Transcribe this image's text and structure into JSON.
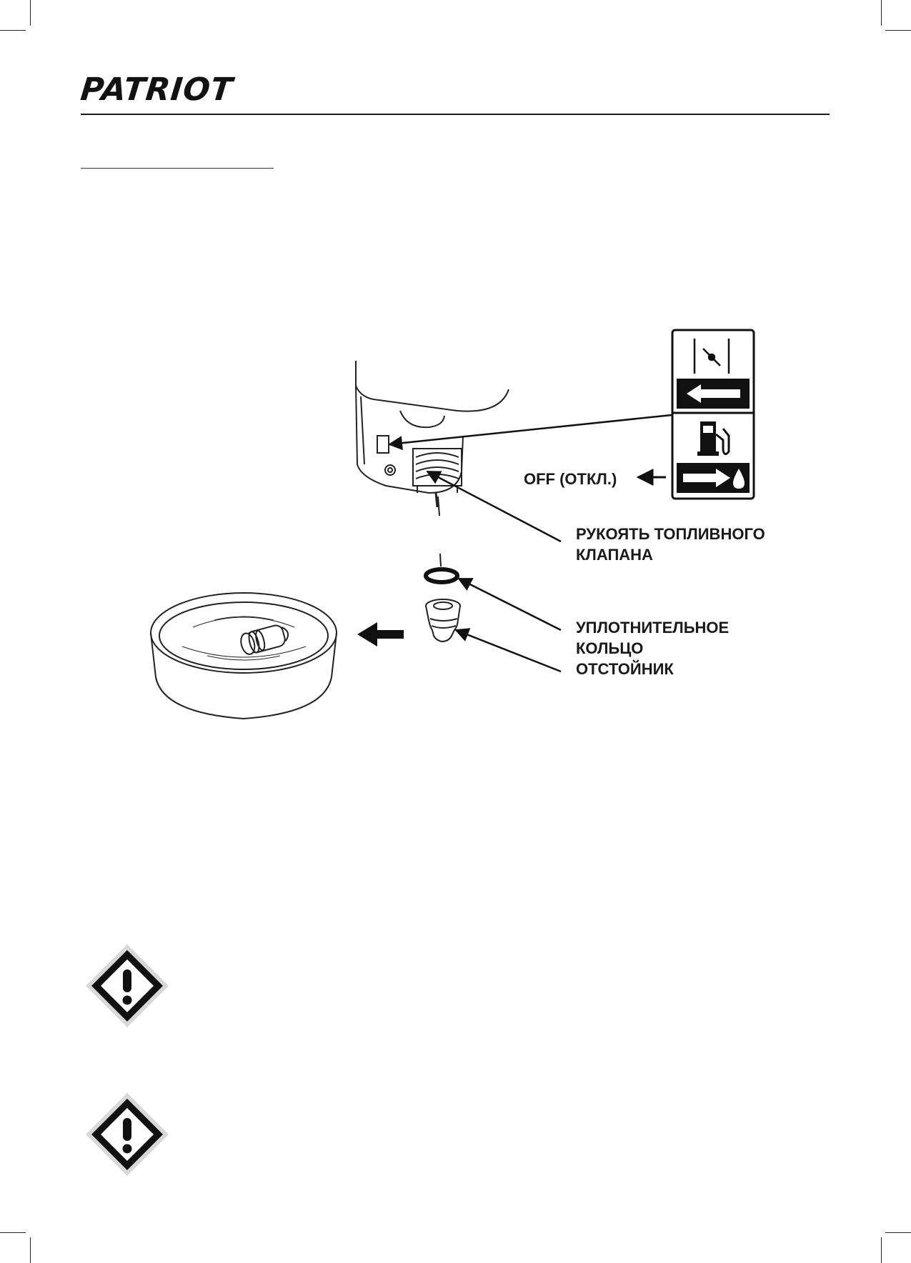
{
  "header": {
    "brand": "PATRIOT"
  },
  "figure": {
    "labels": {
      "off": "OFF (ОТКЛ.)",
      "fuel_valve_line1": "РУКОЯТЬ ТОПЛИВНОГО",
      "fuel_valve_line2": "КЛАПАНА",
      "o_ring_line1": "УПЛОТНИТЕЛЬНОЕ",
      "o_ring_line2": "КОЛЬЦО",
      "sediment_cup": "ОТСТОЙНИК"
    },
    "icons": [
      "choke-icon",
      "arrow-left-icon",
      "fuel-pump-icon",
      "arrow-right-drop-icon",
      "warning-icon"
    ]
  },
  "colors": {
    "ink": "#111111",
    "paper": "#ffffff"
  }
}
